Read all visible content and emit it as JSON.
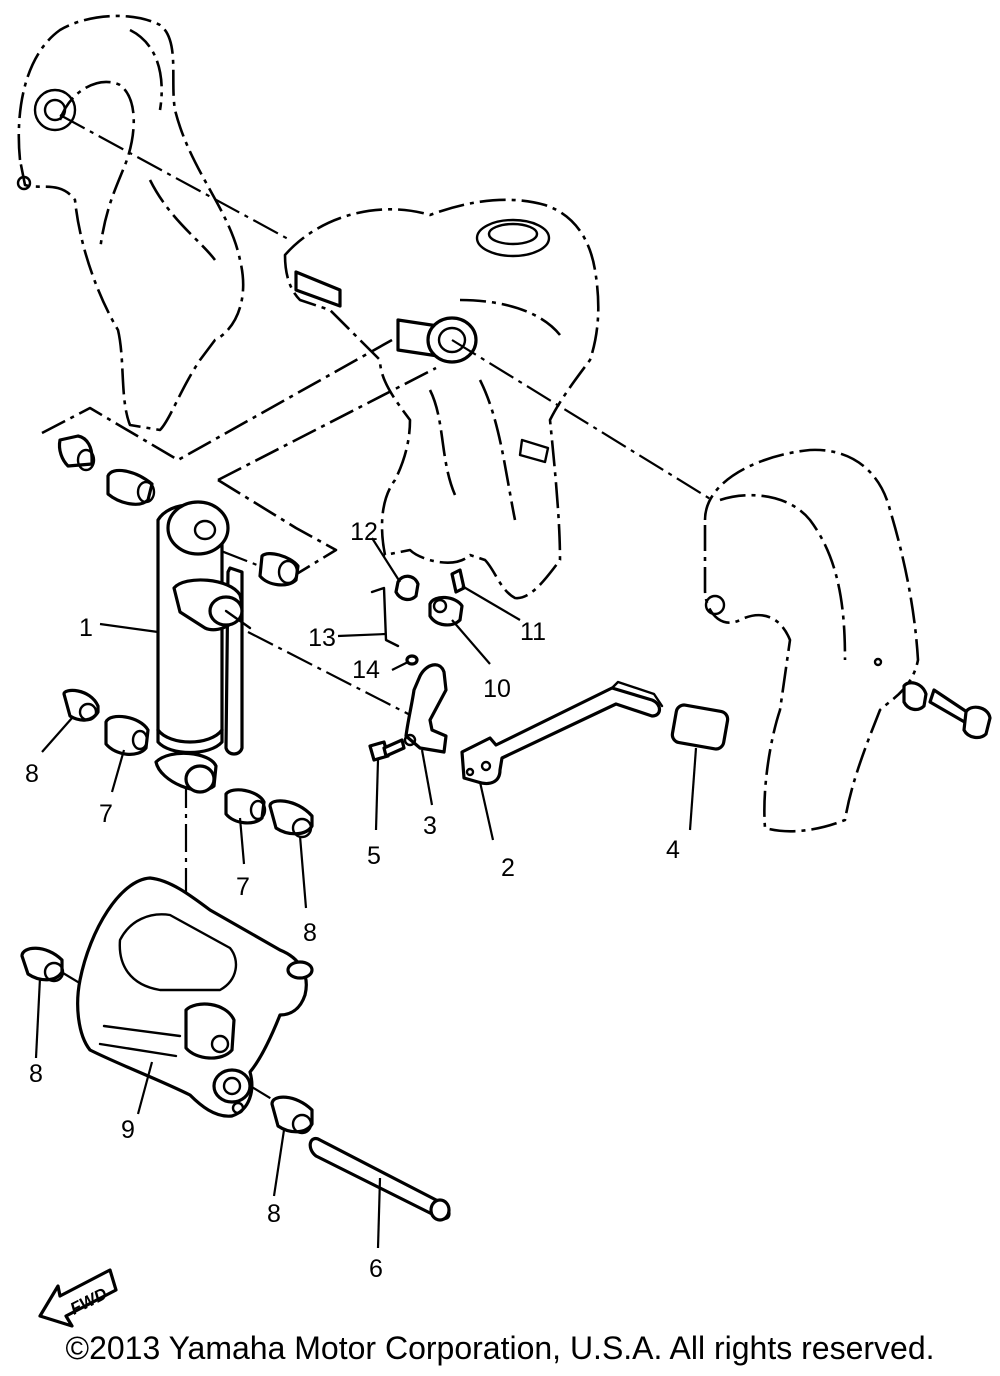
{
  "callouts": [
    "1",
    "2",
    "3",
    "4",
    "5",
    "6",
    "7",
    "8",
    "9",
    "10",
    "11",
    "12",
    "13",
    "14"
  ],
  "fwd_arrow": {
    "label": "FWD",
    "icon": "fwd-arrow-icon"
  },
  "copyright": "©2013 Yamaha Motor Corporation, U.S.A. All rights reserved."
}
